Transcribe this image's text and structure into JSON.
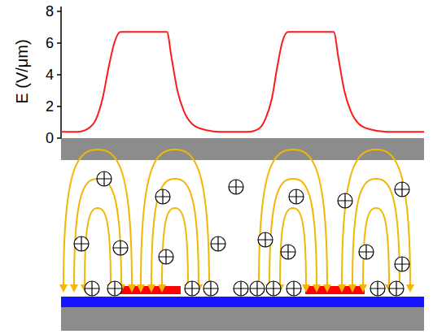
{
  "diagram": {
    "labels": [
      "E (V/μm)",
      "0",
      "2",
      "4",
      "6",
      "8"
    ]
  }
}
